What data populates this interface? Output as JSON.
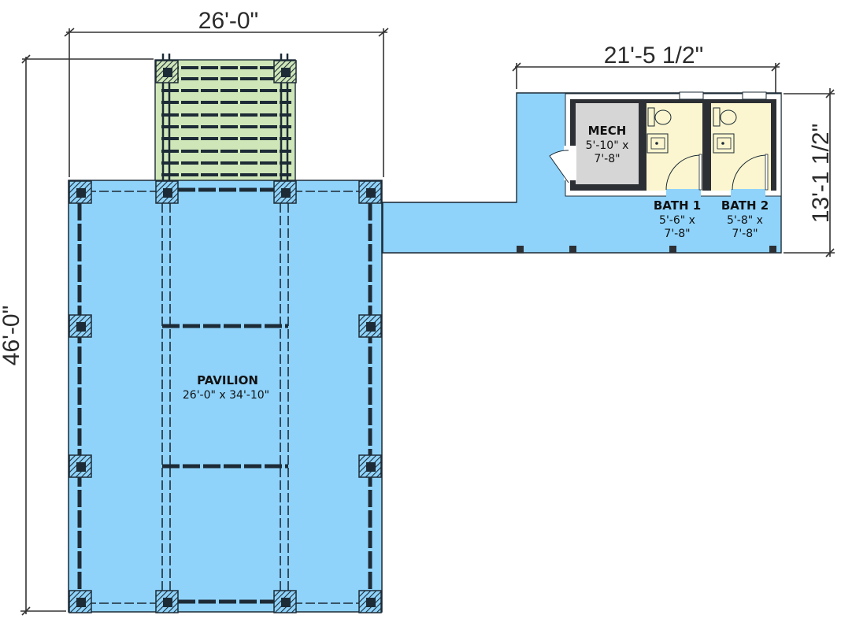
{
  "plan": {
    "dimensions": {
      "pavilion_width": "26'-0\"",
      "overall_depth": "46'-0\"",
      "restroom_width": "21'-5 1/2\"",
      "restroom_depth": "13'-1 1/2\""
    },
    "rooms": {
      "pavilion": {
        "name": "PAVILION",
        "size": "26'-0\" x 34'-10\""
      },
      "mech": {
        "name": "MECH",
        "size_line1": "5'-10\" x",
        "size_line2": "7'-8\""
      },
      "bath1": {
        "name": "BATH 1",
        "size_line1": "5'-6\" x",
        "size_line2": "7'-8\""
      },
      "bath2": {
        "name": "BATH 2",
        "size_line1": "5'-8\" x",
        "size_line2": "7'-8\""
      }
    },
    "colors": {
      "porch": "#8fd3fb",
      "pergola": "#cfe6b8",
      "mech": "#d6d6d6",
      "bath": "#fbf6cf",
      "wall": "#2c2f33"
    }
  }
}
